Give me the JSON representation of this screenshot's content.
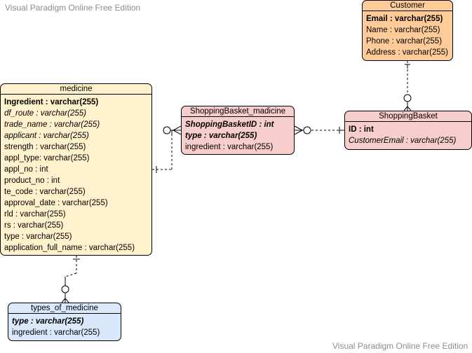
{
  "watermark": {
    "top": "Visual Paradigm Online Free Edition",
    "bottom": "Visual Paradigm Online Free Edition"
  },
  "colors": {
    "medicine": "#fff2cc",
    "customer": "#ffcc99",
    "shopping": "#f8cecc",
    "types": "#dae8fc"
  },
  "entities": {
    "medicine": {
      "title": "medicine",
      "attributes": [
        {
          "text": "Ingredient : varchar(255)",
          "kind": "pk"
        },
        {
          "text": "df_route : varchar(255)",
          "kind": "fk"
        },
        {
          "text": "trade_name : varchar(255)",
          "kind": "fk"
        },
        {
          "text": "applicant : varchar(255)",
          "kind": "fk"
        },
        {
          "text": "strength : varchar(255)",
          "kind": "plain"
        },
        {
          "text": "appl_type: varchar(255)",
          "kind": "plain"
        },
        {
          "text": "appl_no : int",
          "kind": "plain"
        },
        {
          "text": "product_no : int",
          "kind": "plain"
        },
        {
          "text": "te_code : varchar(255)",
          "kind": "plain"
        },
        {
          "text": "approval_date : varchar(255)",
          "kind": "plain"
        },
        {
          "text": "rld : varchar(255)",
          "kind": "plain"
        },
        {
          "text": "rs : varchar(255)",
          "kind": "plain"
        },
        {
          "text": "type : varchar(255)",
          "kind": "plain"
        },
        {
          "text": "application_full_name : varchar(255)",
          "kind": "plain"
        }
      ]
    },
    "customer": {
      "title": "Customer",
      "attributes": [
        {
          "text": "Email : varchar(255)",
          "kind": "pk"
        },
        {
          "text": "Name : varchar(255)",
          "kind": "plain"
        },
        {
          "text": "Phone : varchar(255)",
          "kind": "plain"
        },
        {
          "text": "Address : varchar(255)",
          "kind": "plain"
        }
      ]
    },
    "shopping_basket_medicine": {
      "title": "ShoppingBasket_madicine",
      "attributes": [
        {
          "text": "ShoppingBasketID : int",
          "kind": "pkfk"
        },
        {
          "text": "type : varchar(255)",
          "kind": "pkfk"
        },
        {
          "text": "ingredient : varchar(255)",
          "kind": "plain"
        }
      ]
    },
    "shopping_basket": {
      "title": "ShoppingBasket",
      "attributes": [
        {
          "text": "ID : int",
          "kind": "pk"
        },
        {
          "text": "CustomerEmail : varchar(255)",
          "kind": "fk"
        }
      ]
    },
    "types_of_medicine": {
      "title": "types_of_medicine",
      "attributes": [
        {
          "text": "type : varchar(255)",
          "kind": "pkfk"
        },
        {
          "text": "ingredient : varchar(255)",
          "kind": "plain"
        }
      ]
    }
  },
  "relationships": [
    {
      "from": "customer",
      "to": "shopping_basket",
      "from_end": "one-mandatory",
      "to_end": "zero-or-many"
    },
    {
      "from": "shopping_basket_medicine",
      "to": "shopping_basket",
      "from_end": "zero-or-many",
      "to_end": "one-mandatory"
    },
    {
      "from": "medicine",
      "to": "shopping_basket_medicine",
      "from_end": "one-mandatory",
      "to_end": "zero-or-many"
    },
    {
      "from": "medicine",
      "to": "types_of_medicine",
      "from_end": "one-mandatory",
      "to_end": "zero-or-many"
    }
  ]
}
